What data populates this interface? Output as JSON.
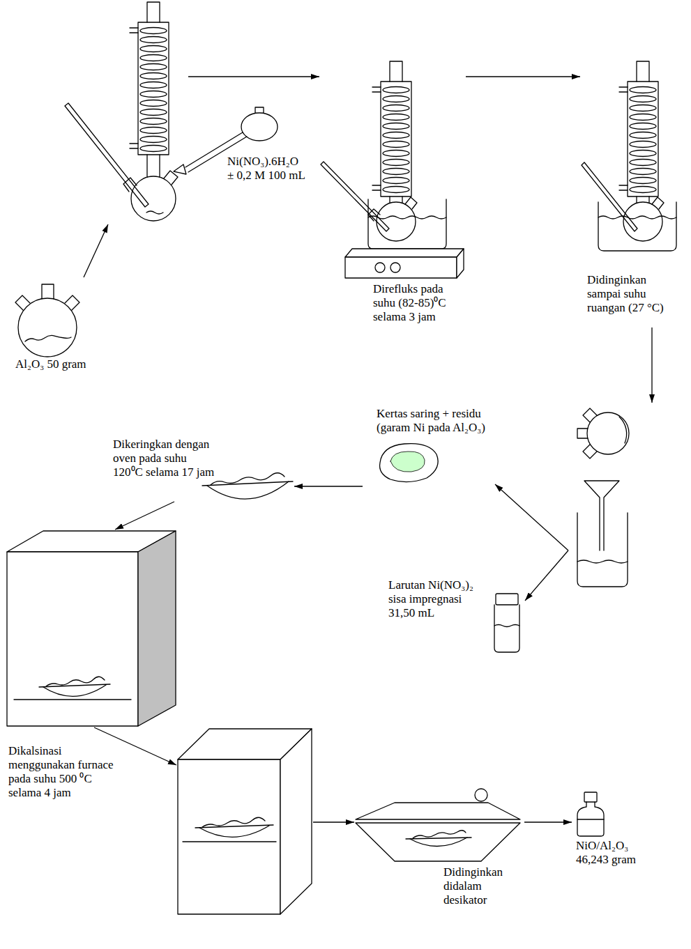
{
  "diagram": {
    "nodes": [
      {
        "text": [
          "Al₂O₃ 50 gram"
        ]
      },
      {},
      {
        "text": [
          "Ni(NO₃).6H₂O ± 0,2 M 100 mL"
        ]
      },
      {
        "text": [
          "Direfluks pada suhu (82-85)⁰C selama 3 jam"
        ]
      },
      {
        "text": [
          "Didinginkan sampai suhu ruangan (27 °C)"
        ]
      },
      {},
      {
        "text": [
          "Kertas saring + residu (garam Ni pada Al₂O₃)"
        ]
      },
      {
        "text": [
          "Larutan Ni(NO₃)₂ sisa impregnasi 31,50 mL"
        ]
      },
      {
        "text": [
          "Dikeringkan dengan oven pada suhu 120⁰C selama 17 jam"
        ]
      },
      {},
      {},
      {
        "text": [
          "Didinginkan didalam desikator"
        ]
      },
      {
        "text": [
          "NiO/Al₂O₃ 46,243 gram"
        ]
      }
    ],
    "edges": [
      {
        "from": 0,
        "to": 1,
        "arrow": "to"
      },
      {
        "from": 1,
        "to": 3,
        "arrow": "to"
      },
      {
        "from": 3,
        "to": 4,
        "arrow": "to"
      },
      {
        "from": 4,
        "to": 5,
        "arrow": "to"
      },
      {
        "from": 5,
        "to": 6,
        "arrow": "to"
      },
      {
        "from": 5,
        "to": 7,
        "arrow": "to"
      },
      {
        "from": 6,
        "to": 8,
        "arrow": "to"
      },
      {
        "from": 8,
        "to": 9,
        "arrow": "to"
      },
      {
        "from": 9,
        "to": 10,
        "arrow": "to",
        "label": "Dikalsinasi menggunakan furnace pada suhu 500 ⁰C selama 4 jam"
      },
      {
        "from": 10,
        "to": 11,
        "arrow": "to"
      },
      {
        "from": 11,
        "to": 12,
        "arrow": "to"
      }
    ]
  }
}
